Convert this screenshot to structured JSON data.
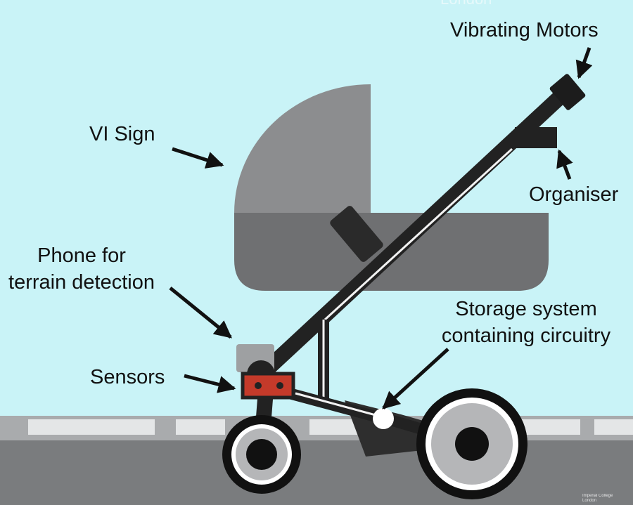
{
  "labels": {
    "vibrating_motors": "Vibrating Motors",
    "vi_sign": "VI Sign",
    "organiser": "Organiser",
    "phone_line1": "Phone for",
    "phone_line2": "terrain detection",
    "storage_line1": "Storage system",
    "storage_line2": "containing circuitry",
    "sensors": "Sensors"
  },
  "watermarks": {
    "top": "London",
    "bottom_line1": "Imperial College",
    "bottom_line2": "London"
  },
  "colors": {
    "sky": "#c9f3f7",
    "pavement": "#a9abad",
    "road": "#7a7c7e",
    "hood": "#8c8d8f",
    "basket": "#6f7072",
    "frame": "#222222",
    "sensor_box": "#c43a2a",
    "storage_ball": "#ffffff"
  }
}
